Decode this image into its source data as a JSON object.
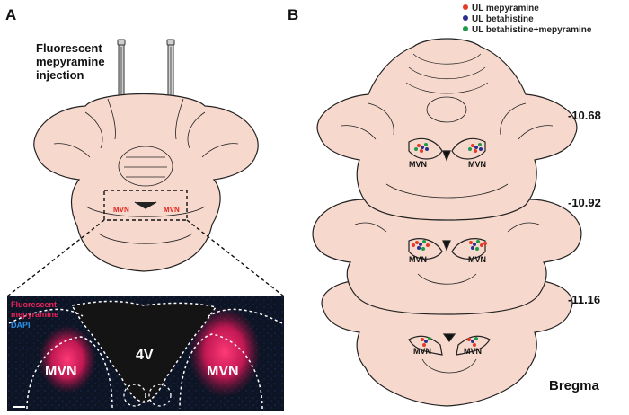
{
  "panel_a": {
    "letter": "A",
    "injection_title": [
      "Fluorescent",
      "mepyramine",
      "injection"
    ],
    "schematic_labels": {
      "left": "MVN",
      "right": "MVN"
    },
    "micrograph": {
      "stain_label_1": [
        "Fluorescent",
        "mepyramine"
      ],
      "stain_label_2": "DAPI",
      "region_left": "MVN",
      "region_center": "4V",
      "region_right": "MVN"
    }
  },
  "panel_b": {
    "letter": "B",
    "legend": [
      {
        "label": "UL mepyramine",
        "color": "#e53a26"
      },
      {
        "label": "UL betahistine",
        "color": "#2b2f8f"
      },
      {
        "label": "UL betahistine+mepyramine",
        "color": "#1f9a4a"
      }
    ],
    "coordinates": [
      "-10.68",
      "-10.92",
      "-11.16"
    ],
    "section_labels": [
      "MVN",
      "MVN"
    ],
    "footer": "Bregma"
  },
  "colors": {
    "tissue": "#f7d8cd",
    "outline": "#222222",
    "micro_bg": "#0d1424",
    "signal": "#e8245a",
    "dapi": "#2b6fd6"
  }
}
